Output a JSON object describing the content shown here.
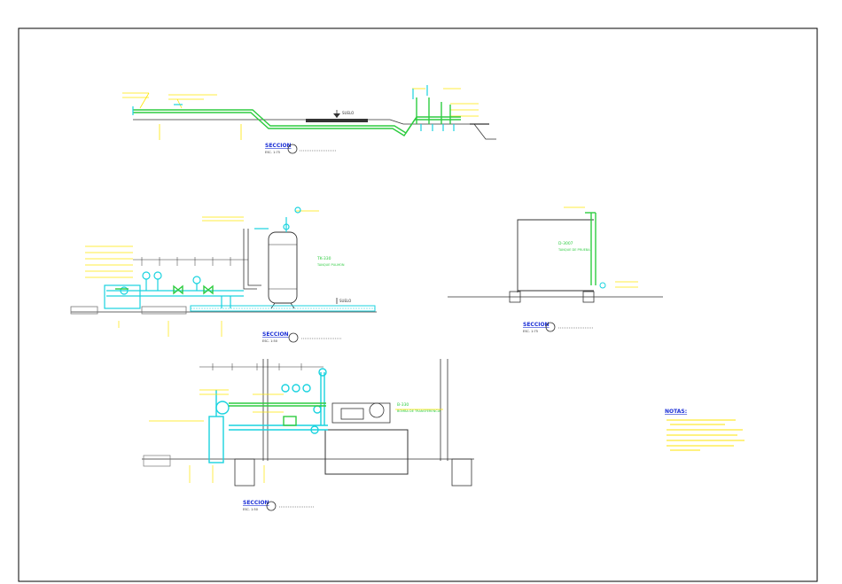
{
  "colors": {
    "background": "#ffffff",
    "frame": "#000000",
    "pipe_green": "#2ecc40",
    "pipe_cyan": "#19d3df",
    "callout_yellow": "#ffe600",
    "structure_gray": "#777777",
    "title_blue": "#1b2fd6",
    "dark": "#222222"
  },
  "section_top": {
    "title": "SECCION",
    "scale": "ESC. 1:75",
    "label_suelo": "SUELO"
  },
  "section_middle_left": {
    "title": "SECCION",
    "scale": "ESC. 1:50",
    "tag": "TK-330",
    "tag_sub": "TANQUE PULMON",
    "label_suelo": "SUELO"
  },
  "section_middle_right": {
    "title": "SECCION",
    "scale": "ESC. 1:75",
    "tag": "D-3007",
    "tag_sub": "TANQUE DE PRUEBA"
  },
  "section_bottom": {
    "title": "SECCION",
    "scale": "ESC. 1:50",
    "tag": "B-330",
    "tag_sub": "BOMBA DE TRANSFERENCIA"
  },
  "notes": {
    "title": "NOTAS:"
  }
}
